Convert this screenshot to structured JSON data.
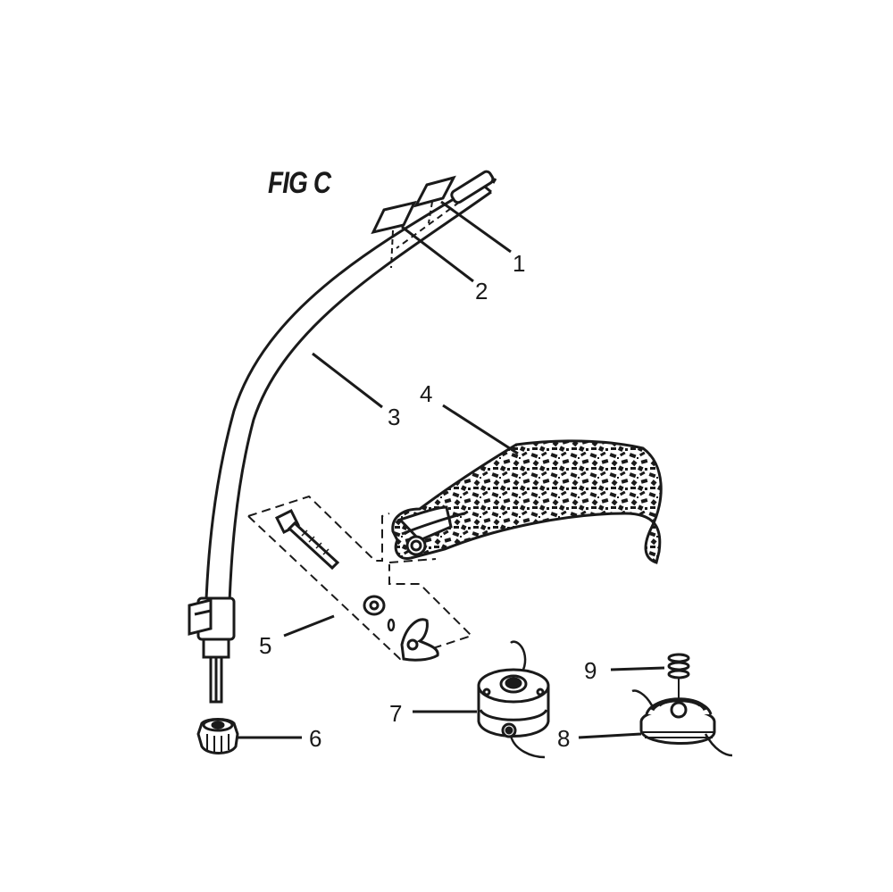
{
  "figure": {
    "title": "FIG C"
  },
  "callouts": [
    {
      "number": "1",
      "part": "decal-1"
    },
    {
      "number": "2",
      "part": "decal-2"
    },
    {
      "number": "3",
      "part": "curved-shaft"
    },
    {
      "number": "4",
      "part": "debris-shield"
    },
    {
      "number": "5",
      "part": "shield-hardware-kit"
    },
    {
      "number": "6",
      "part": "drive-knob"
    },
    {
      "number": "7",
      "part": "trimmer-head-housing"
    },
    {
      "number": "8",
      "part": "line-spool"
    },
    {
      "number": "9",
      "part": "spring"
    }
  ],
  "colors": {
    "ink": "#1a1a1a",
    "background": "#ffffff"
  }
}
